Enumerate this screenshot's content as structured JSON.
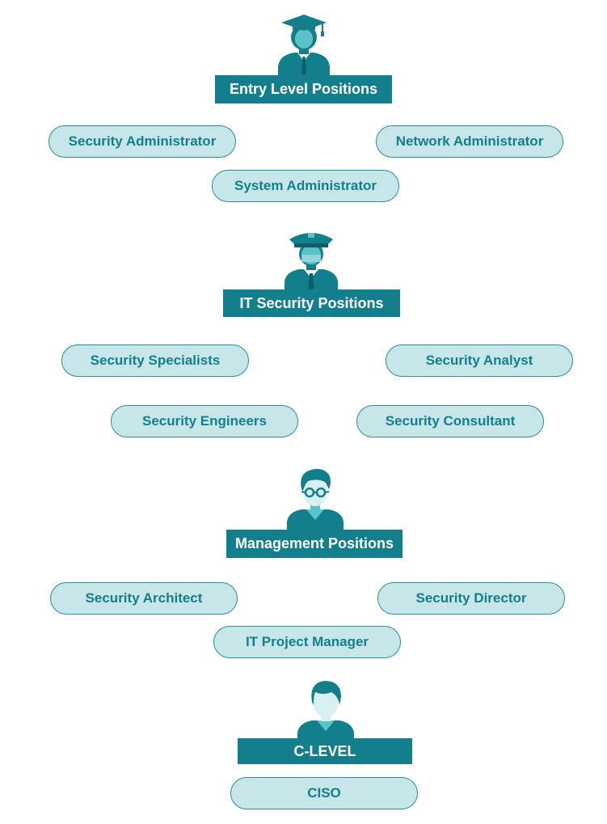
{
  "colors": {
    "primary": "#137f8c",
    "pill_fill": "#c6e6ea",
    "pill_border": "#2a8f99",
    "face": "#5bc2c9",
    "face_light": "#d9f0f2"
  },
  "levels": [
    {
      "title": "Entry Level Positions",
      "icon": "graduate-icon",
      "roles": [
        "Security Administrator",
        "Network Administrator",
        "System Administrator"
      ]
    },
    {
      "title": "IT Security Positions",
      "icon": "security-officer-icon",
      "roles": [
        "Security Specialists",
        "Security Analyst",
        "Security Engineers",
        "Security Consultant"
      ]
    },
    {
      "title": "Management Positions",
      "icon": "manager-icon",
      "roles": [
        "Security Architect",
        "Security Director",
        "IT Project Manager"
      ]
    },
    {
      "title": "C-LEVEL",
      "icon": "executive-icon",
      "roles": [
        "CISO"
      ]
    }
  ]
}
